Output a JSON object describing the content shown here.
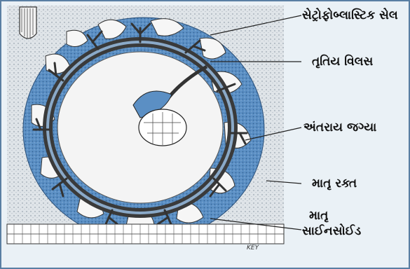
{
  "labels": {
    "syncytiotrophoblast": "સેટ્રોફોબ્લાસ્ટિક સેલ",
    "tertiary_villus": "તૃતિય વિલસ",
    "intervillous_space": "અંતરાય જગ્યા",
    "maternal_blood": "માતૃ રક્ત",
    "maternal_sinusoid_line1": "માતૃ",
    "maternal_sinusoid_line2": "સાઈનસોઈડ"
  },
  "signature": "KEY",
  "colors": {
    "background": "#eaf1f6",
    "border": "#5a7fa3",
    "tissue_blue": "#5b8fc4",
    "dark_tissue": "#3a3a3a",
    "cavity": "#f4f4f4"
  }
}
